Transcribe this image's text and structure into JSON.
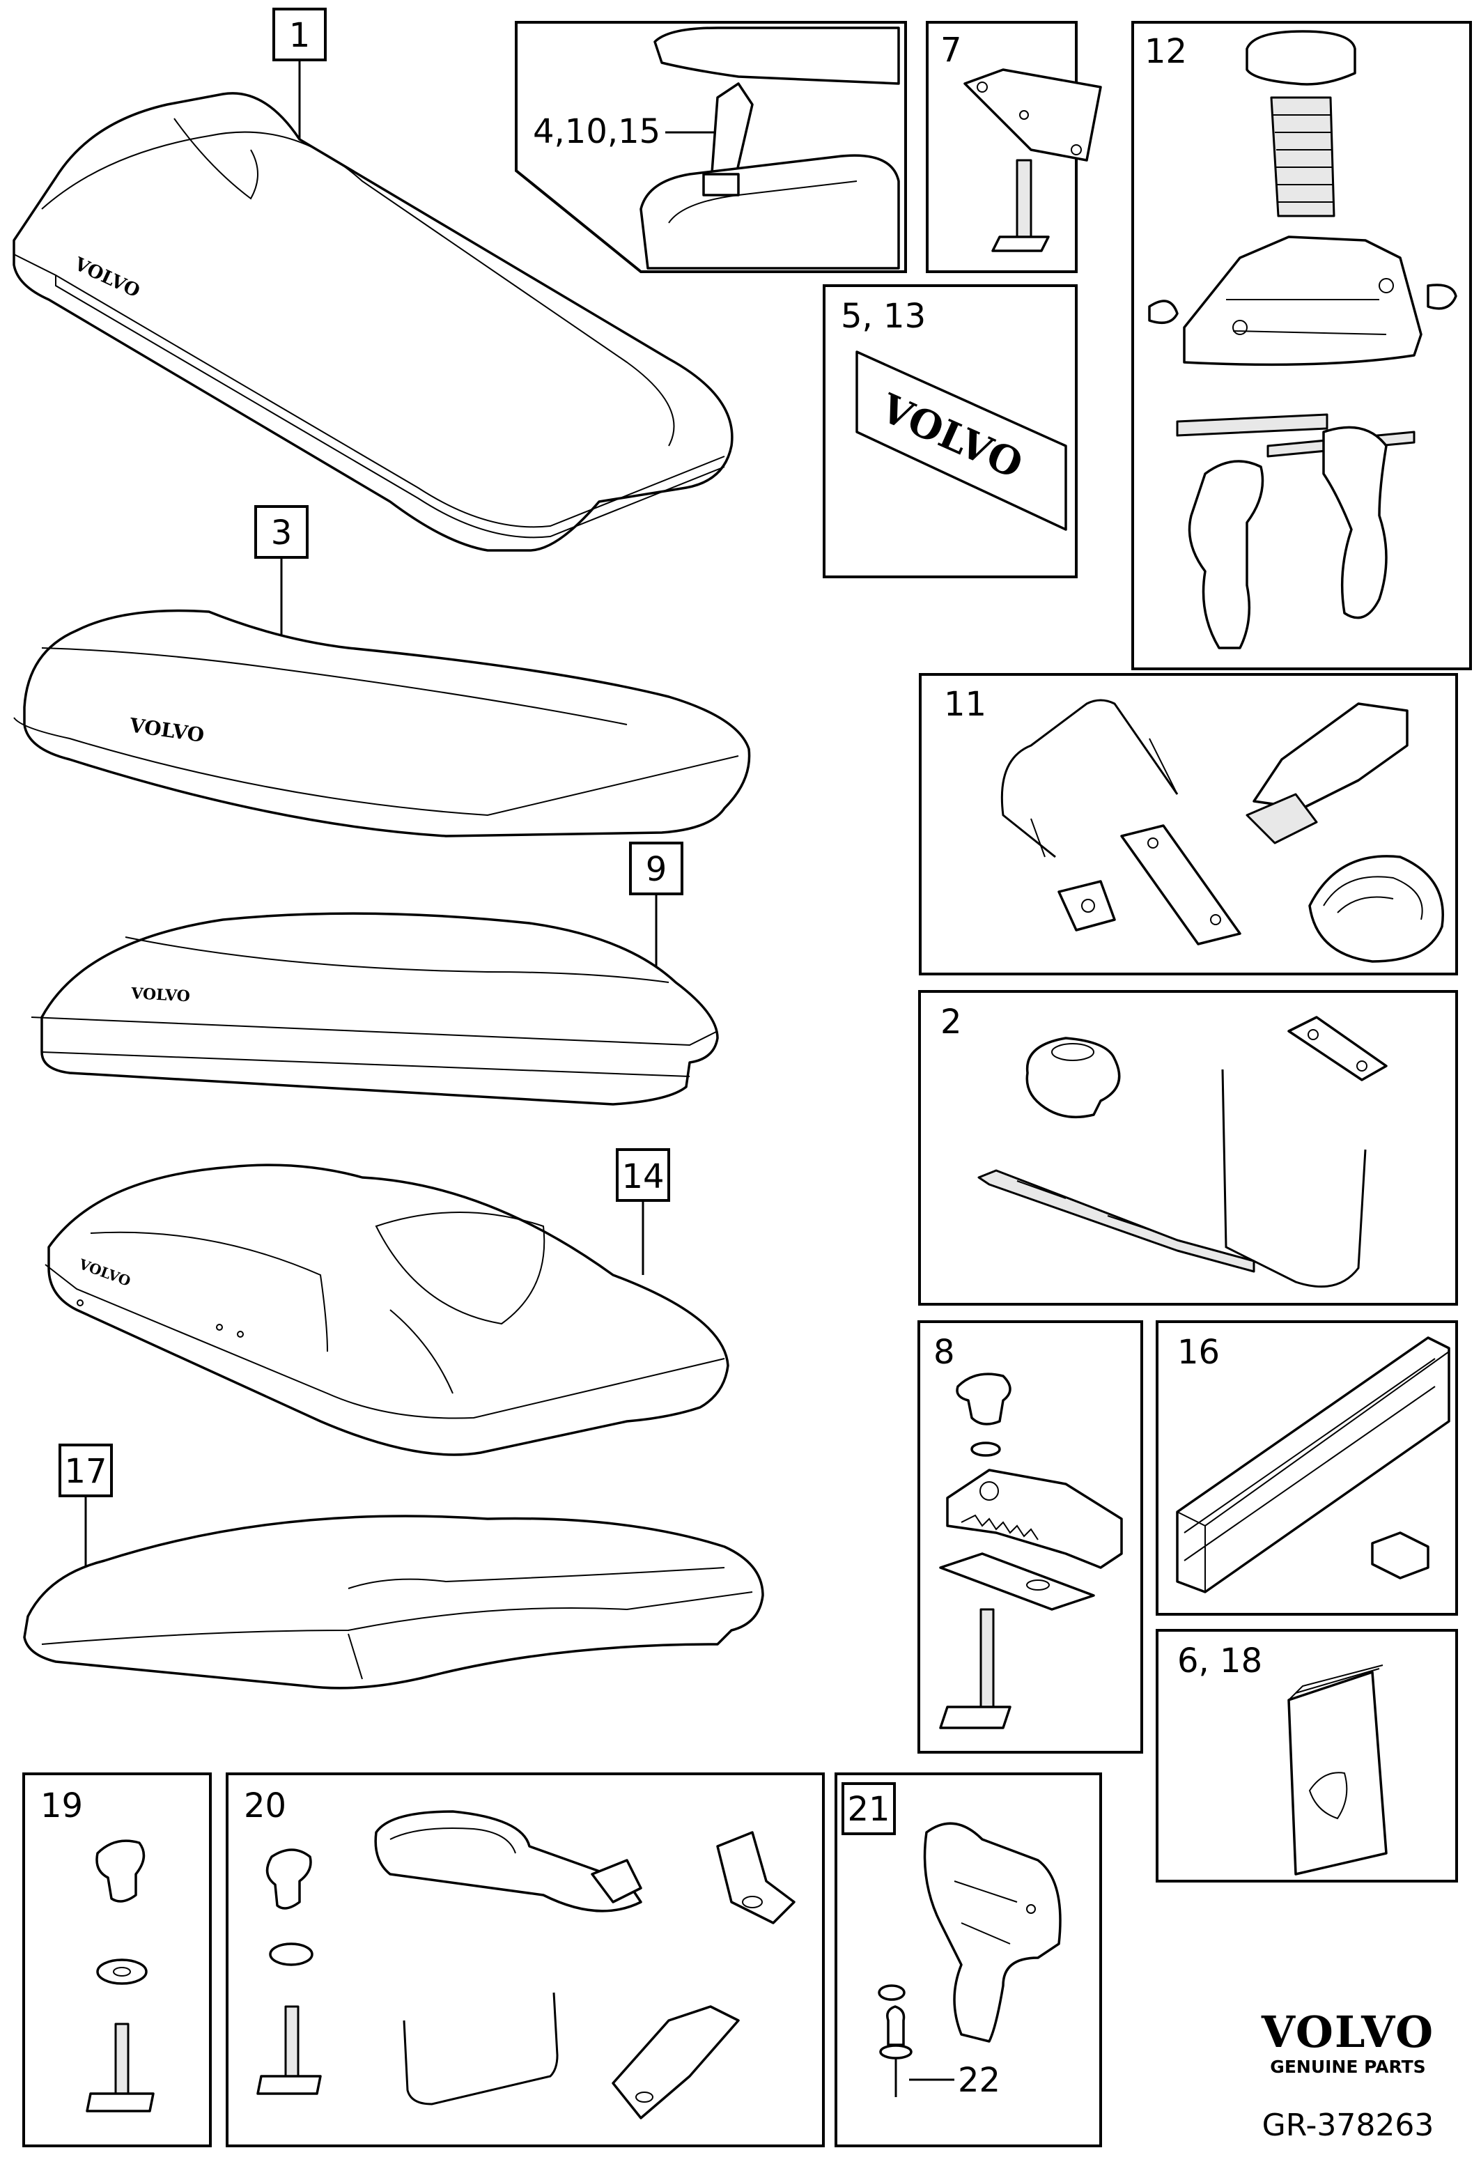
{
  "callouts": {
    "c1": "1",
    "c3": "3",
    "c9": "9",
    "c14": "14",
    "c17": "17",
    "c4_10_15": "4,10,15",
    "c7": "7",
    "c12": "12",
    "c5_13": "5, 13",
    "c11": "11",
    "c2": "2",
    "c8": "8",
    "c16": "16",
    "c6_18": "6, 18",
    "c19": "19",
    "c20": "20",
    "c21": "21",
    "c22": "22"
  },
  "box_logo": "VOLVO",
  "decal_text": "VOLVO",
  "footer": {
    "brand": "VOLVO",
    "tagline": "GENUINE PARTS",
    "reference": "GR-378263"
  }
}
